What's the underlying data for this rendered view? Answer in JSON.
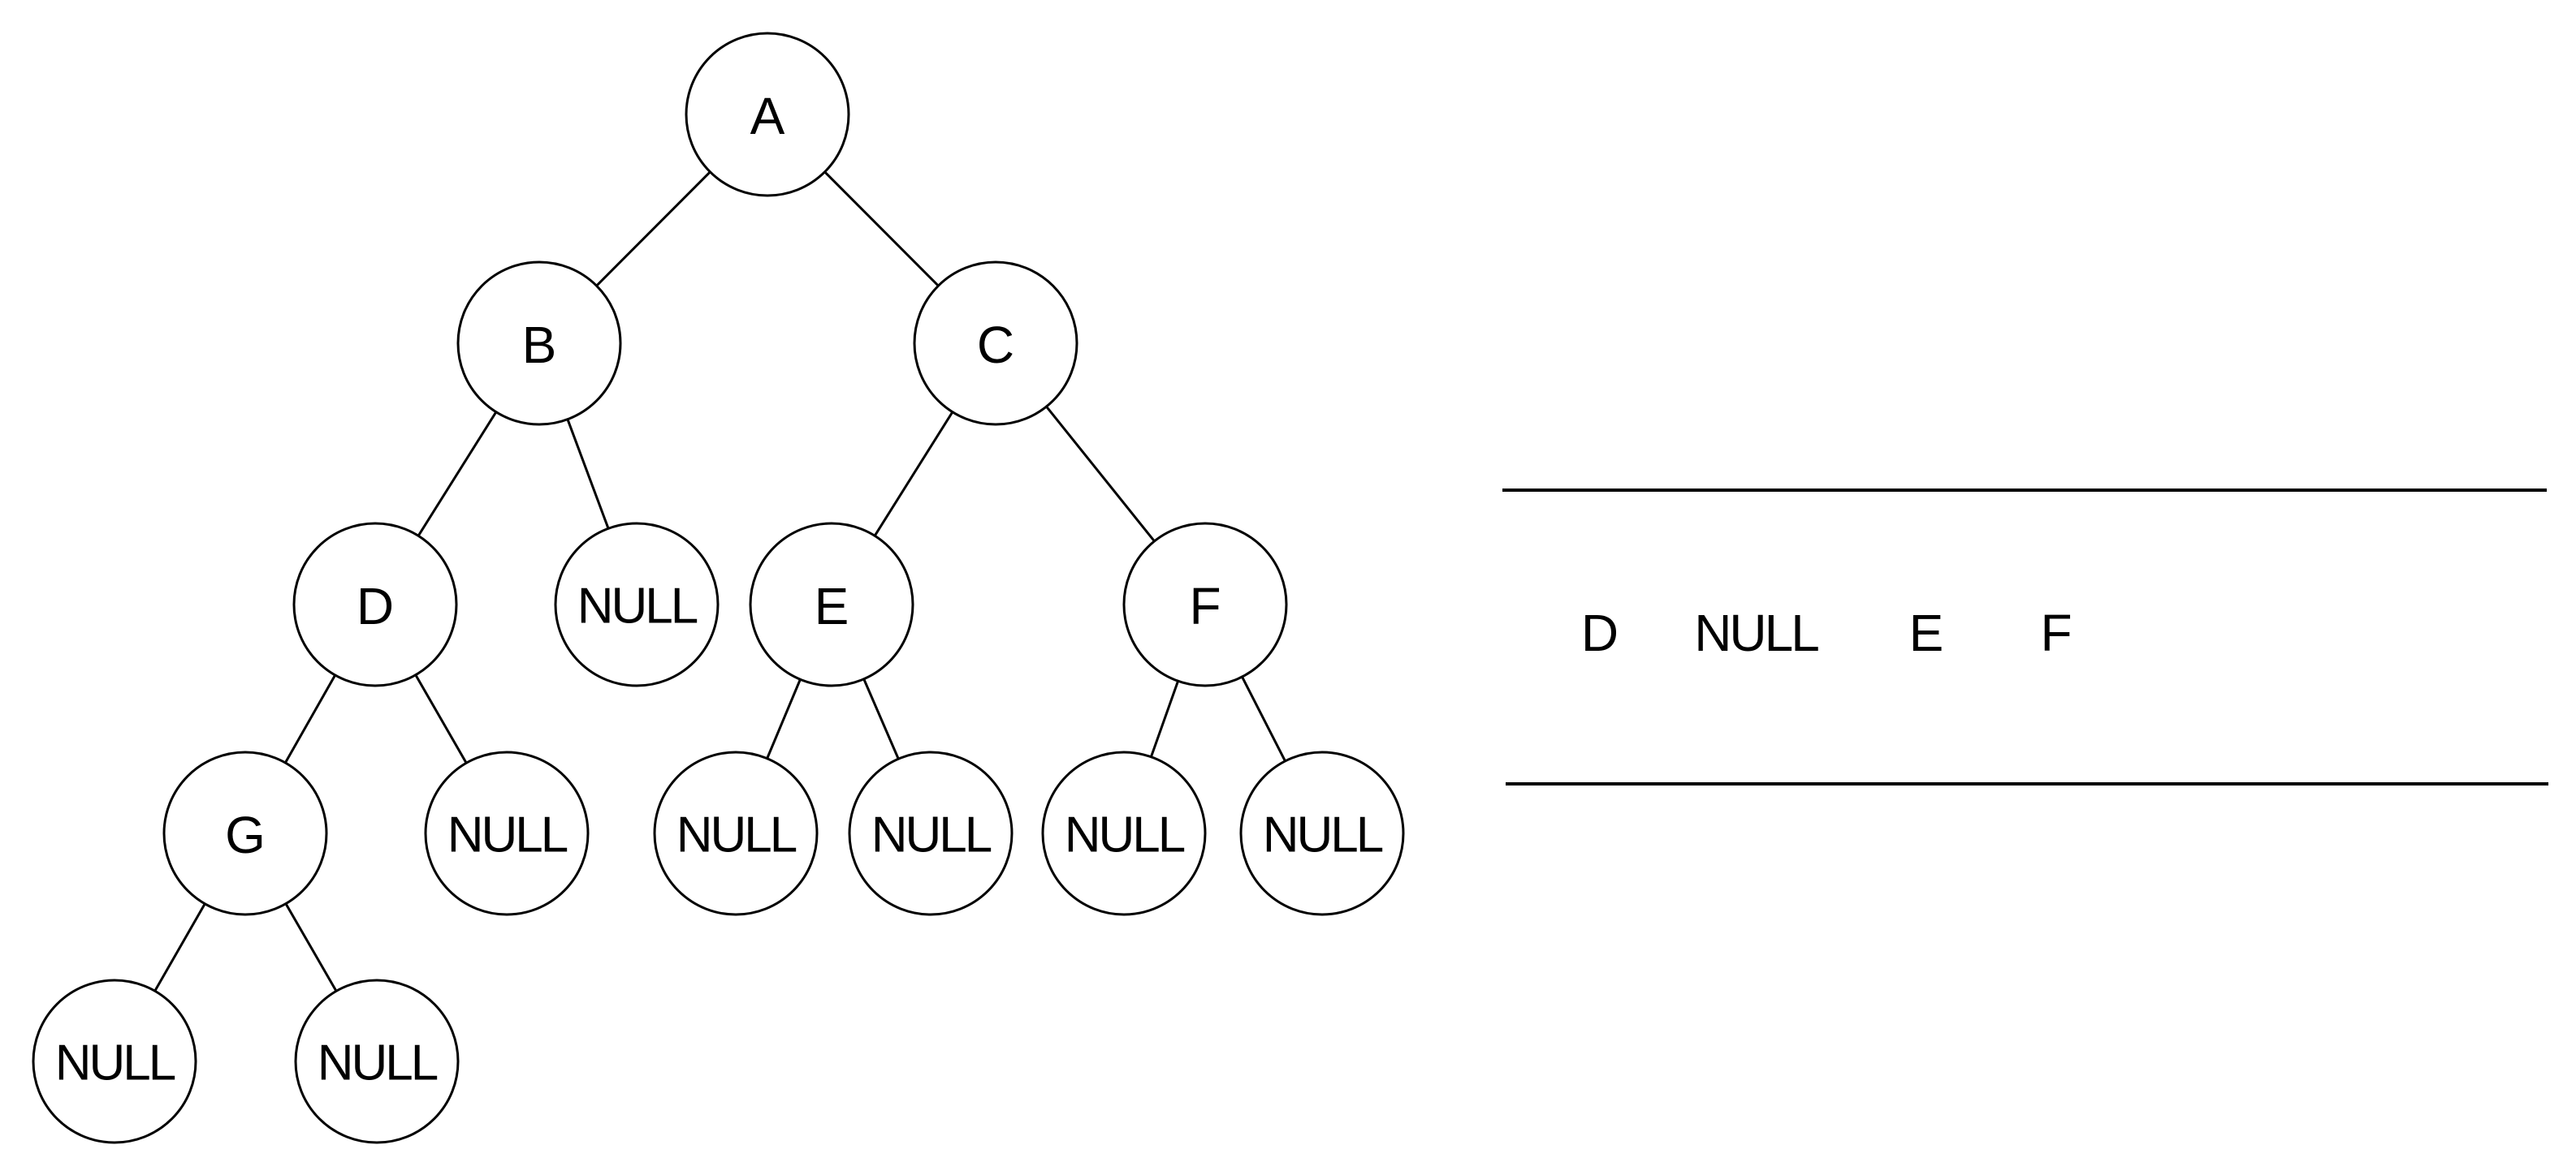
{
  "tree": {
    "nodes": [
      {
        "id": "A",
        "label": "A"
      },
      {
        "id": "B",
        "label": "B"
      },
      {
        "id": "C",
        "label": "C"
      },
      {
        "id": "D",
        "label": "D"
      },
      {
        "id": "N_B",
        "label": "NULL"
      },
      {
        "id": "E",
        "label": "E"
      },
      {
        "id": "F",
        "label": "F"
      },
      {
        "id": "G",
        "label": "G"
      },
      {
        "id": "N_D",
        "label": "NULL"
      },
      {
        "id": "N_E1",
        "label": "NULL"
      },
      {
        "id": "N_E2",
        "label": "NULL"
      },
      {
        "id": "N_F1",
        "label": "NULL"
      },
      {
        "id": "N_F2",
        "label": "NULL"
      },
      {
        "id": "N_G1",
        "label": "NULL"
      },
      {
        "id": "N_G2",
        "label": "NULL"
      }
    ],
    "edges": [
      [
        "A",
        "B"
      ],
      [
        "A",
        "C"
      ],
      [
        "B",
        "D"
      ],
      [
        "B",
        "N_B"
      ],
      [
        "C",
        "E"
      ],
      [
        "C",
        "F"
      ],
      [
        "D",
        "G"
      ],
      [
        "D",
        "N_D"
      ],
      [
        "E",
        "N_E1"
      ],
      [
        "E",
        "N_E2"
      ],
      [
        "F",
        "N_F1"
      ],
      [
        "F",
        "N_F2"
      ],
      [
        "G",
        "N_G1"
      ],
      [
        "G",
        "N_G2"
      ]
    ]
  },
  "queue": {
    "items": [
      "D",
      "NULL",
      "E",
      "F"
    ]
  }
}
